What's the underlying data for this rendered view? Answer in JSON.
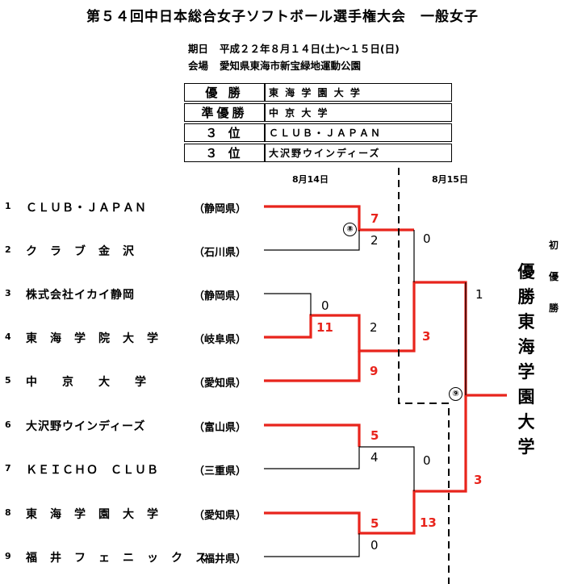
{
  "title": "第５４回中日本総合女子ソフトボール選手権大会　一般女子",
  "info": {
    "date_label": "期日",
    "date_value": "平成２２年８月１４日(土)～１５日(日)",
    "venue_label": "会場",
    "venue_value": "愛知県東海市新宝緑地運動公園"
  },
  "results": [
    {
      "rank": "優 勝",
      "team": "東 海 学 園 大 学"
    },
    {
      "rank": "準優勝",
      "team": "中 京 大 学"
    },
    {
      "rank": "３ 位",
      "team": "ＣＬＵＢ・ＪＡＰＡＮ"
    },
    {
      "rank": "３ 位",
      "team": "大沢野ウインディーズ"
    }
  ],
  "dates": {
    "day1": "8月14日",
    "day2": "8月15日"
  },
  "teams": [
    {
      "no": "1",
      "name": "ＣＬＵＢ・ＪＡＰＡＮ",
      "pref": "（静岡県）"
    },
    {
      "no": "2",
      "name": "ク　ラ　ブ　金　沢",
      "pref": "（石川県）"
    },
    {
      "no": "3",
      "name": "株式会社イカイ静岡",
      "pref": "（静岡県）"
    },
    {
      "no": "4",
      "name": "東　海　学　院　大　学",
      "pref": "（岐阜県）"
    },
    {
      "no": "5",
      "name": "中　　京　　大　　学",
      "pref": "（愛知県）"
    },
    {
      "no": "6",
      "name": "大沢野ウインディーズ",
      "pref": "（富山県）"
    },
    {
      "no": "7",
      "name": "ＫＥＩＣＨＯ　ＣＬＵＢ",
      "pref": "（三重県）"
    },
    {
      "no": "8",
      "name": "東　海　学　園　大　学",
      "pref": "（愛知県）"
    },
    {
      "no": "9",
      "name": "福　井　フ　ェ　ニ　ッ　ク　ス",
      "pref": "（福井県）"
    }
  ],
  "scores": {
    "m_a_top": "7",
    "m_a_bot": "2",
    "m_b_top": "0",
    "m_b_bot": "11",
    "m_c_top": "2",
    "m_c_bot": "9",
    "m_d_top": "0",
    "m_d_bot": "3",
    "m_e_top": "5",
    "m_e_bot": "4",
    "m_f_top": "5",
    "m_f_bot": "0",
    "m_g_top": "0",
    "m_g_bot": "13",
    "m_h_top": "1",
    "m_h_bot": "3"
  },
  "circles": {
    "c8": "⑧",
    "c9": "⑨"
  },
  "champion": [
    "優",
    "勝",
    "東",
    "海",
    "学",
    "園",
    "大",
    "学"
  ],
  "first_win": [
    "初",
    "優",
    "勝"
  ],
  "colors": {
    "winner": "#e8241c",
    "line": "#000000"
  }
}
